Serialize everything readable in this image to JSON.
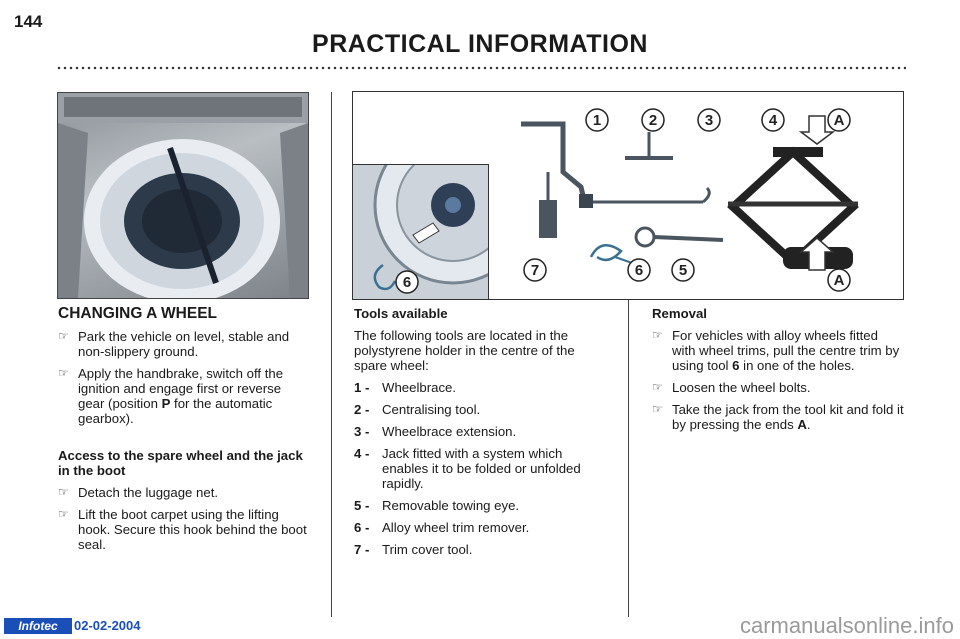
{
  "page": {
    "number": "144",
    "title": "PRACTICAL INFORMATION"
  },
  "col1": {
    "heading": "CHANGING A WHEEL",
    "bullets": [
      "Park the vehicle on level, stable and non-slippery ground.",
      "Apply the handbrake, switch off the ignition and engage first or reverse gear (position ",
      "Detach the luggage net.",
      "Lift the boot carpet using the lifting hook.   Secure this hook behind the boot seal."
    ],
    "bullet2_bold": "P",
    "bullet2_end": " for the automatic gearbox).",
    "subheading": "Access to the spare wheel and the jack in the boot"
  },
  "col2": {
    "heading": "Tools available",
    "intro": "The following tools are located in the polystyrene holder in the centre of the spare wheel:",
    "tools": [
      {
        "num": "1 -",
        "text": "Wheelbrace."
      },
      {
        "num": "2 -",
        "text": "Centralising tool."
      },
      {
        "num": "3 -",
        "text": "Wheelbrace extension."
      },
      {
        "num": "4 -",
        "text": "Jack fitted with a system which enables it to be folded or unfolded rapidly."
      },
      {
        "num": "5 -",
        "text": "Removable towing eye."
      },
      {
        "num": "6 -",
        "text": "Alloy wheel trim remover."
      },
      {
        "num": "7 -",
        "text": "Trim cover tool."
      }
    ]
  },
  "col3": {
    "heading": "Removal",
    "b1_a": "For vehicles with alloy wheels fitted with wheel trims, pull the centre trim by using tool ",
    "b1_bold": "6",
    "b1_b": " in one of the holes.",
    "b2": "Loosen the wheel bolts.",
    "b3_a": "Take the jack from the tool kit and fold it by pressing the ends ",
    "b3_bold": "A",
    "b3_b": "."
  },
  "illustration": {
    "labels": [
      "1",
      "2",
      "3",
      "4",
      "A",
      "A",
      "5",
      "6",
      "6",
      "7"
    ]
  },
  "footer": {
    "logo": "Infotec",
    "date": "02-02-2004",
    "watermark": "carmanualsonline.info"
  },
  "icons": {
    "bullet": "pointing-hand-icon"
  }
}
